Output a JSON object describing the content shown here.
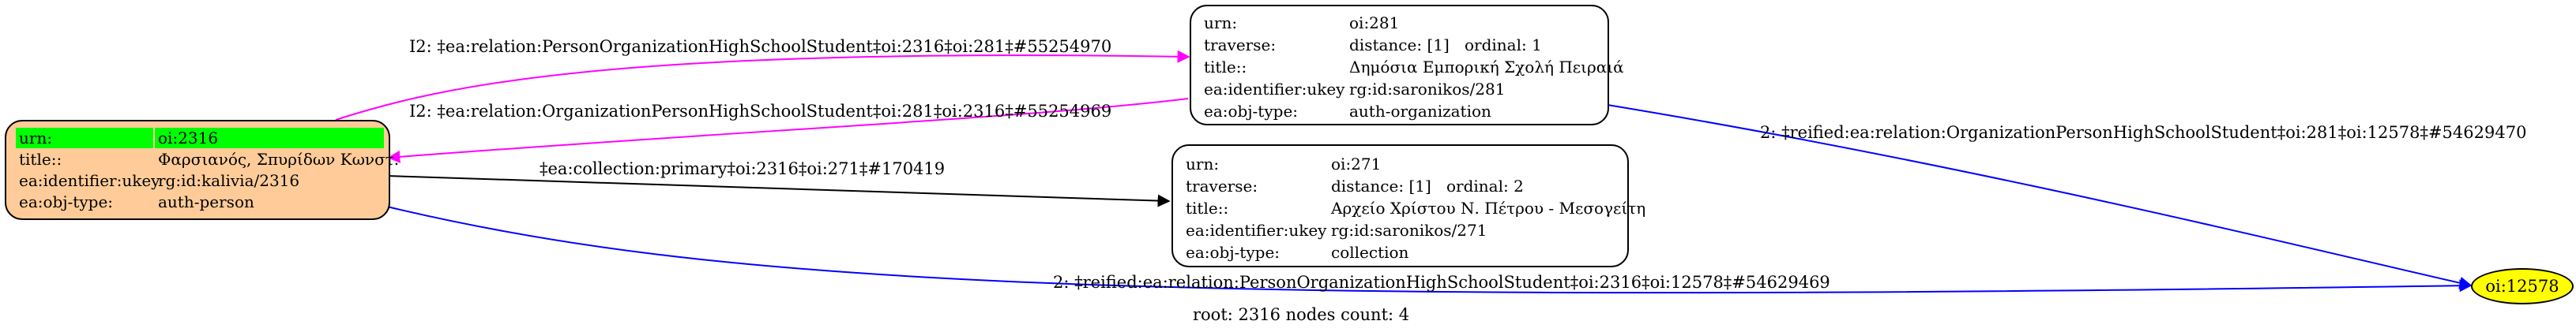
{
  "nodes": {
    "person": {
      "bg": "#ffcc99",
      "rows": [
        {
          "k": "urn:",
          "v": "oi:2316"
        },
        {
          "k": "title::",
          "v": "Φαρσιανός, Σπυρίδων Κωνστ."
        },
        {
          "k": "ea:identifier:ukey",
          "v": "rg:id:kalivia/2316"
        },
        {
          "k": "ea:obj-type:",
          "v": "auth-person"
        }
      ]
    },
    "org": {
      "urn_k": "urn:",
      "urn_v": "oi:281",
      "traverse_k": "traverse:",
      "traverse_v": "distance: [1]",
      "traverse_v2": "ordinal: 1",
      "title_k": "title::",
      "title_v": "Δημόσια Εμπορική Σχολή Πειραιά",
      "ukey_k": "ea:identifier:ukey",
      "ukey_v": "rg:id:saronikos/281",
      "type_k": "ea:obj-type:",
      "type_v": "auth-organization"
    },
    "collection": {
      "urn_k": "urn:",
      "urn_v": "oi:271",
      "traverse_k": "traverse:",
      "traverse_v": "distance: [1]",
      "traverse_v2": "ordinal: 2",
      "title_k": "title::",
      "title_v": "Αρχείο Χρίστου Ν. Πέτρου - Μεσογείτη",
      "ukey_k": "ea:identifier:ukey",
      "ukey_v": "rg:id:saronikos/271",
      "type_k": "ea:obj-type:",
      "type_v": "collection"
    },
    "reified": {
      "label": "oi:12578"
    }
  },
  "edges": {
    "e1": "I2: ‡ea:relation:PersonOrganizationHighSchoolStudent‡oi:2316‡oi:281‡#55254970",
    "e2": "I2: ‡ea:relation:OrganizationPersonHighSchoolStudent‡oi:281‡oi:2316‡#55254969",
    "e3": "‡ea:collection:primary‡oi:2316‡oi:271‡#170419",
    "e4": "2: ‡reified:ea:relation:OrganizationPersonHighSchoolStudent‡oi:281‡oi:12578‡#54629470",
    "e5": "2: ‡reified:ea:relation:PersonOrganizationHighSchoolStudent‡oi:2316‡oi:12578‡#54629469"
  },
  "colors": {
    "magenta": "#ff00ff",
    "blue": "#0000ff",
    "black": "#000000",
    "highlight": "#00ff00",
    "person_fill": "#ffcc99",
    "reified_fill": "#ffff00"
  },
  "footer": "root: 2316 nodes count: 4"
}
